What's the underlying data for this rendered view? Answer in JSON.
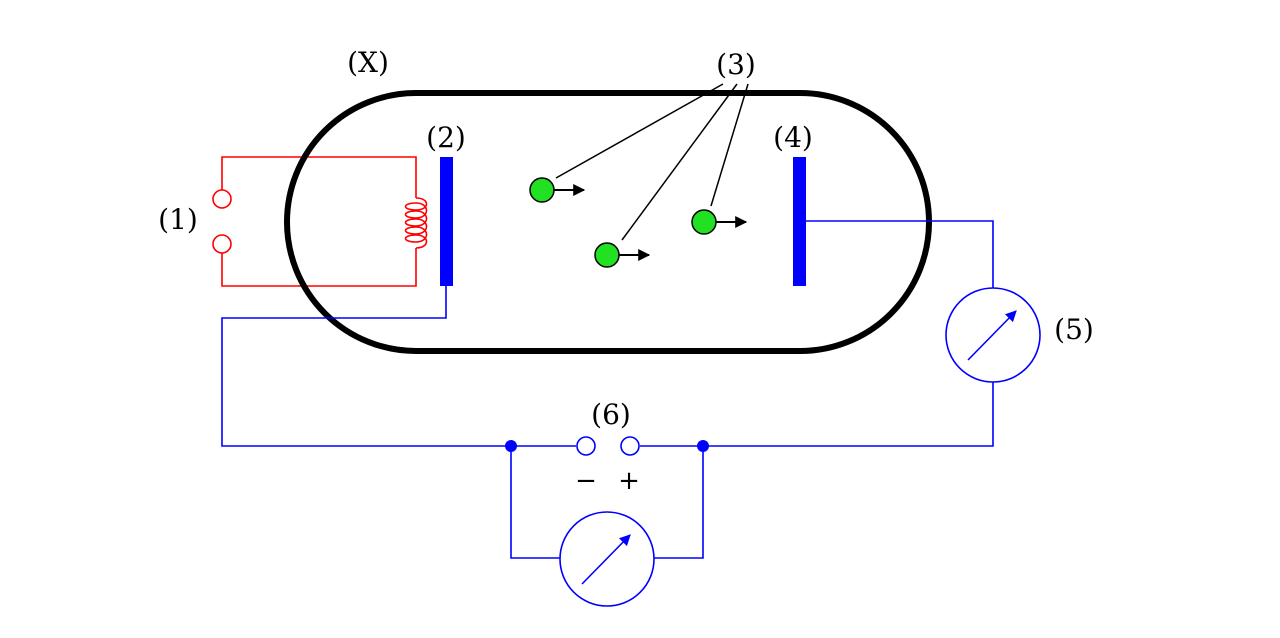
{
  "labels": {
    "tube": "(X)",
    "heater": "(1)",
    "cathode": "(2)",
    "electrons": "(3)",
    "anode": "(4)",
    "ammeter": "(5)",
    "power_source": "(6)"
  },
  "polarity": {
    "negative": "−",
    "positive": "+"
  },
  "colors": {
    "tube": "#000000",
    "circuit": "#0000ff",
    "heater": "#ff0000",
    "electron": "#22e022"
  }
}
